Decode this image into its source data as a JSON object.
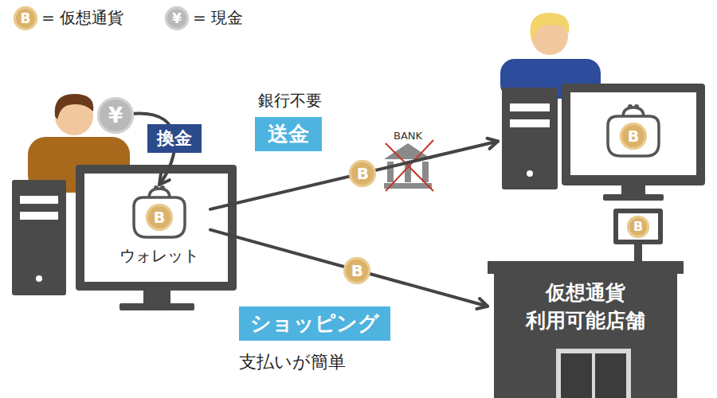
{
  "diagram": {
    "nodes": [
      {
        "text": [
          "B",
          "ウォレット"
        ]
      },
      {
        "text": [
          "¥"
        ]
      },
      {
        "text": [
          "銀行不要",
          "送金"
        ]
      },
      {
        "text": [
          "ショッピング",
          "支払いが簡単"
        ]
      },
      {
        "text": [
          "B"
        ]
      },
      {
        "text": [
          "仮想通貨 利用可能店舗"
        ]
      }
    ],
    "edges": [
      {
        "from": 1,
        "to": 0,
        "arrow": "to",
        "label": "換金"
      },
      {
        "from": 0,
        "to": 4,
        "arrow": "to"
      },
      {
        "from": 0,
        "to": 5,
        "arrow": "to"
      }
    ],
    "labels": [
      "B",
      "¥",
      "B",
      "BANK",
      "B",
      "B"
    ],
    "legend": [
      {
        "text": "= 仮想通貨"
      },
      {
        "text": "= 現金"
      }
    ]
  }
}
